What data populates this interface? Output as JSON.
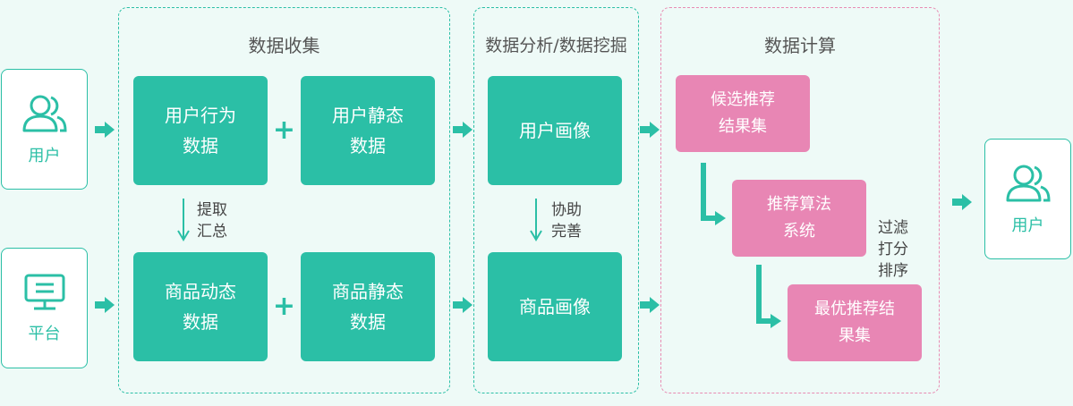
{
  "left": {
    "user_label": "用户",
    "platform_label": "平台"
  },
  "collect": {
    "title": "数据收集",
    "user_behavior": [
      "用户行为",
      "数据"
    ],
    "user_static": [
      "用户静态",
      "数据"
    ],
    "product_dynamic": [
      "商品动态",
      "数据"
    ],
    "product_static": [
      "商品静态",
      "数据"
    ],
    "extract_label": [
      "提取",
      "汇总"
    ]
  },
  "analysis": {
    "title": "数据分析/数据挖掘",
    "user_profile": "用户画像",
    "product_profile": "商品画像",
    "assist_label": [
      "协助",
      "完善"
    ]
  },
  "compute": {
    "title": "数据计算",
    "candidate": [
      "候选推荐",
      "结果集"
    ],
    "algorithm": [
      "推荐算法",
      "系统"
    ],
    "best": [
      "最优推荐结",
      "果集"
    ],
    "filter_label": [
      "过滤",
      "打分",
      "排序"
    ]
  },
  "right": {
    "user_label": "用户"
  },
  "colors": {
    "green": "#2bbfa6",
    "pink": "#e886b4",
    "background": "#eefaf7"
  }
}
